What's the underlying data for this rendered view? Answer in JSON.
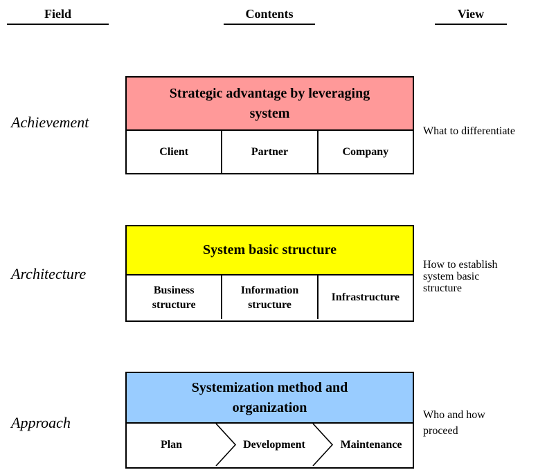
{
  "columns": [
    {
      "label": "Field"
    },
    {
      "label": "Contents"
    },
    {
      "label": "View"
    }
  ],
  "rows": [
    {
      "field": "Achievement",
      "header": "Strategic advantage by leveraging\nsystem",
      "header_color": "#FF9999",
      "cells": [
        "Client",
        "Partner",
        "Company"
      ],
      "view": "What to differentiate"
    },
    {
      "field": "Architecture",
      "header": "System basic structure",
      "header_color": "#FFFF00",
      "cells": [
        "Business\nstructure",
        "Information\nstructure",
        "Infrastructure"
      ],
      "view": "How to establish\nsystem basic\nstructure"
    },
    {
      "field": "Approach",
      "header": "Systemization method and\norganization",
      "header_color": "#99CCFF",
      "cells": [
        "Plan",
        "Development",
        "Maintenance"
      ],
      "view": "Who and how\nproceed"
    }
  ],
  "colors": {
    "achievement_header": "#FF9999",
    "architecture_header": "#FFFF00",
    "approach_header": "#99CCFF",
    "border": "#000000"
  }
}
